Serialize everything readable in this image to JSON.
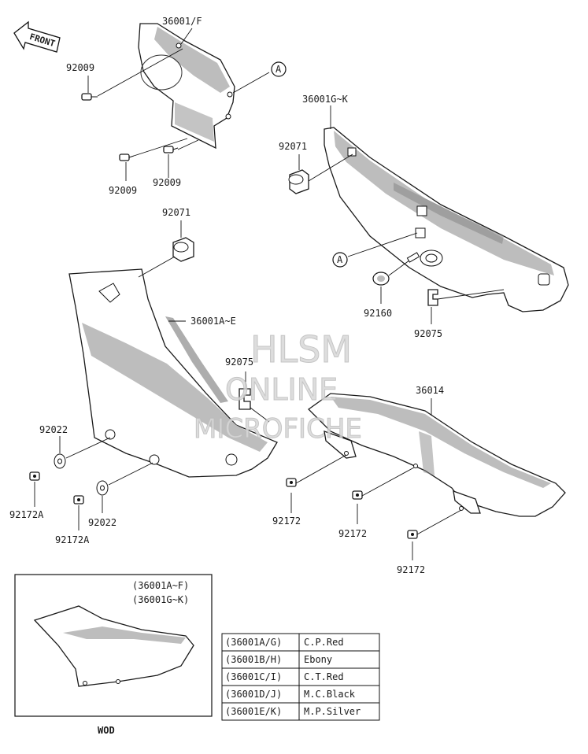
{
  "front_arrow": {
    "label": "FRONT"
  },
  "ref_marker": {
    "label": "A"
  },
  "part_labels": [
    {
      "id": "p1",
      "text": "36001/F"
    },
    {
      "id": "p2",
      "text": "92009"
    },
    {
      "id": "p3",
      "text": "92009"
    },
    {
      "id": "p4",
      "text": "92009"
    },
    {
      "id": "p5",
      "text": "36001G~K"
    },
    {
      "id": "p6",
      "text": "92071"
    },
    {
      "id": "p7",
      "text": "92071"
    },
    {
      "id": "p8",
      "text": "92160"
    },
    {
      "id": "p9",
      "text": "92075"
    },
    {
      "id": "p10",
      "text": "36001A~E"
    },
    {
      "id": "p11",
      "text": "92075"
    },
    {
      "id": "p12",
      "text": "36014"
    },
    {
      "id": "p13",
      "text": "92022"
    },
    {
      "id": "p14",
      "text": "92172A"
    },
    {
      "id": "p15",
      "text": "92022"
    },
    {
      "id": "p16",
      "text": "92172A"
    },
    {
      "id": "p17",
      "text": "92172"
    },
    {
      "id": "p18",
      "text": "92172"
    },
    {
      "id": "p19",
      "text": "92172"
    }
  ],
  "watermark": {
    "line1": "HLSM",
    "line2": "ONLINE",
    "line3": "MICROFICHE"
  },
  "inset": {
    "line1": "(36001A~F)",
    "line2": "(36001G~K)",
    "caption": "WOD"
  },
  "color_table": {
    "rows": [
      {
        "code": "(36001A/G)",
        "color": "C.P.Red"
      },
      {
        "code": "(36001B/H)",
        "color": "Ebony"
      },
      {
        "code": "(36001C/I)",
        "color": "C.T.Red"
      },
      {
        "code": "(36001D/J)",
        "color": "M.C.Black"
      },
      {
        "code": "(36001E/K)",
        "color": "M.P.Silver"
      }
    ]
  }
}
